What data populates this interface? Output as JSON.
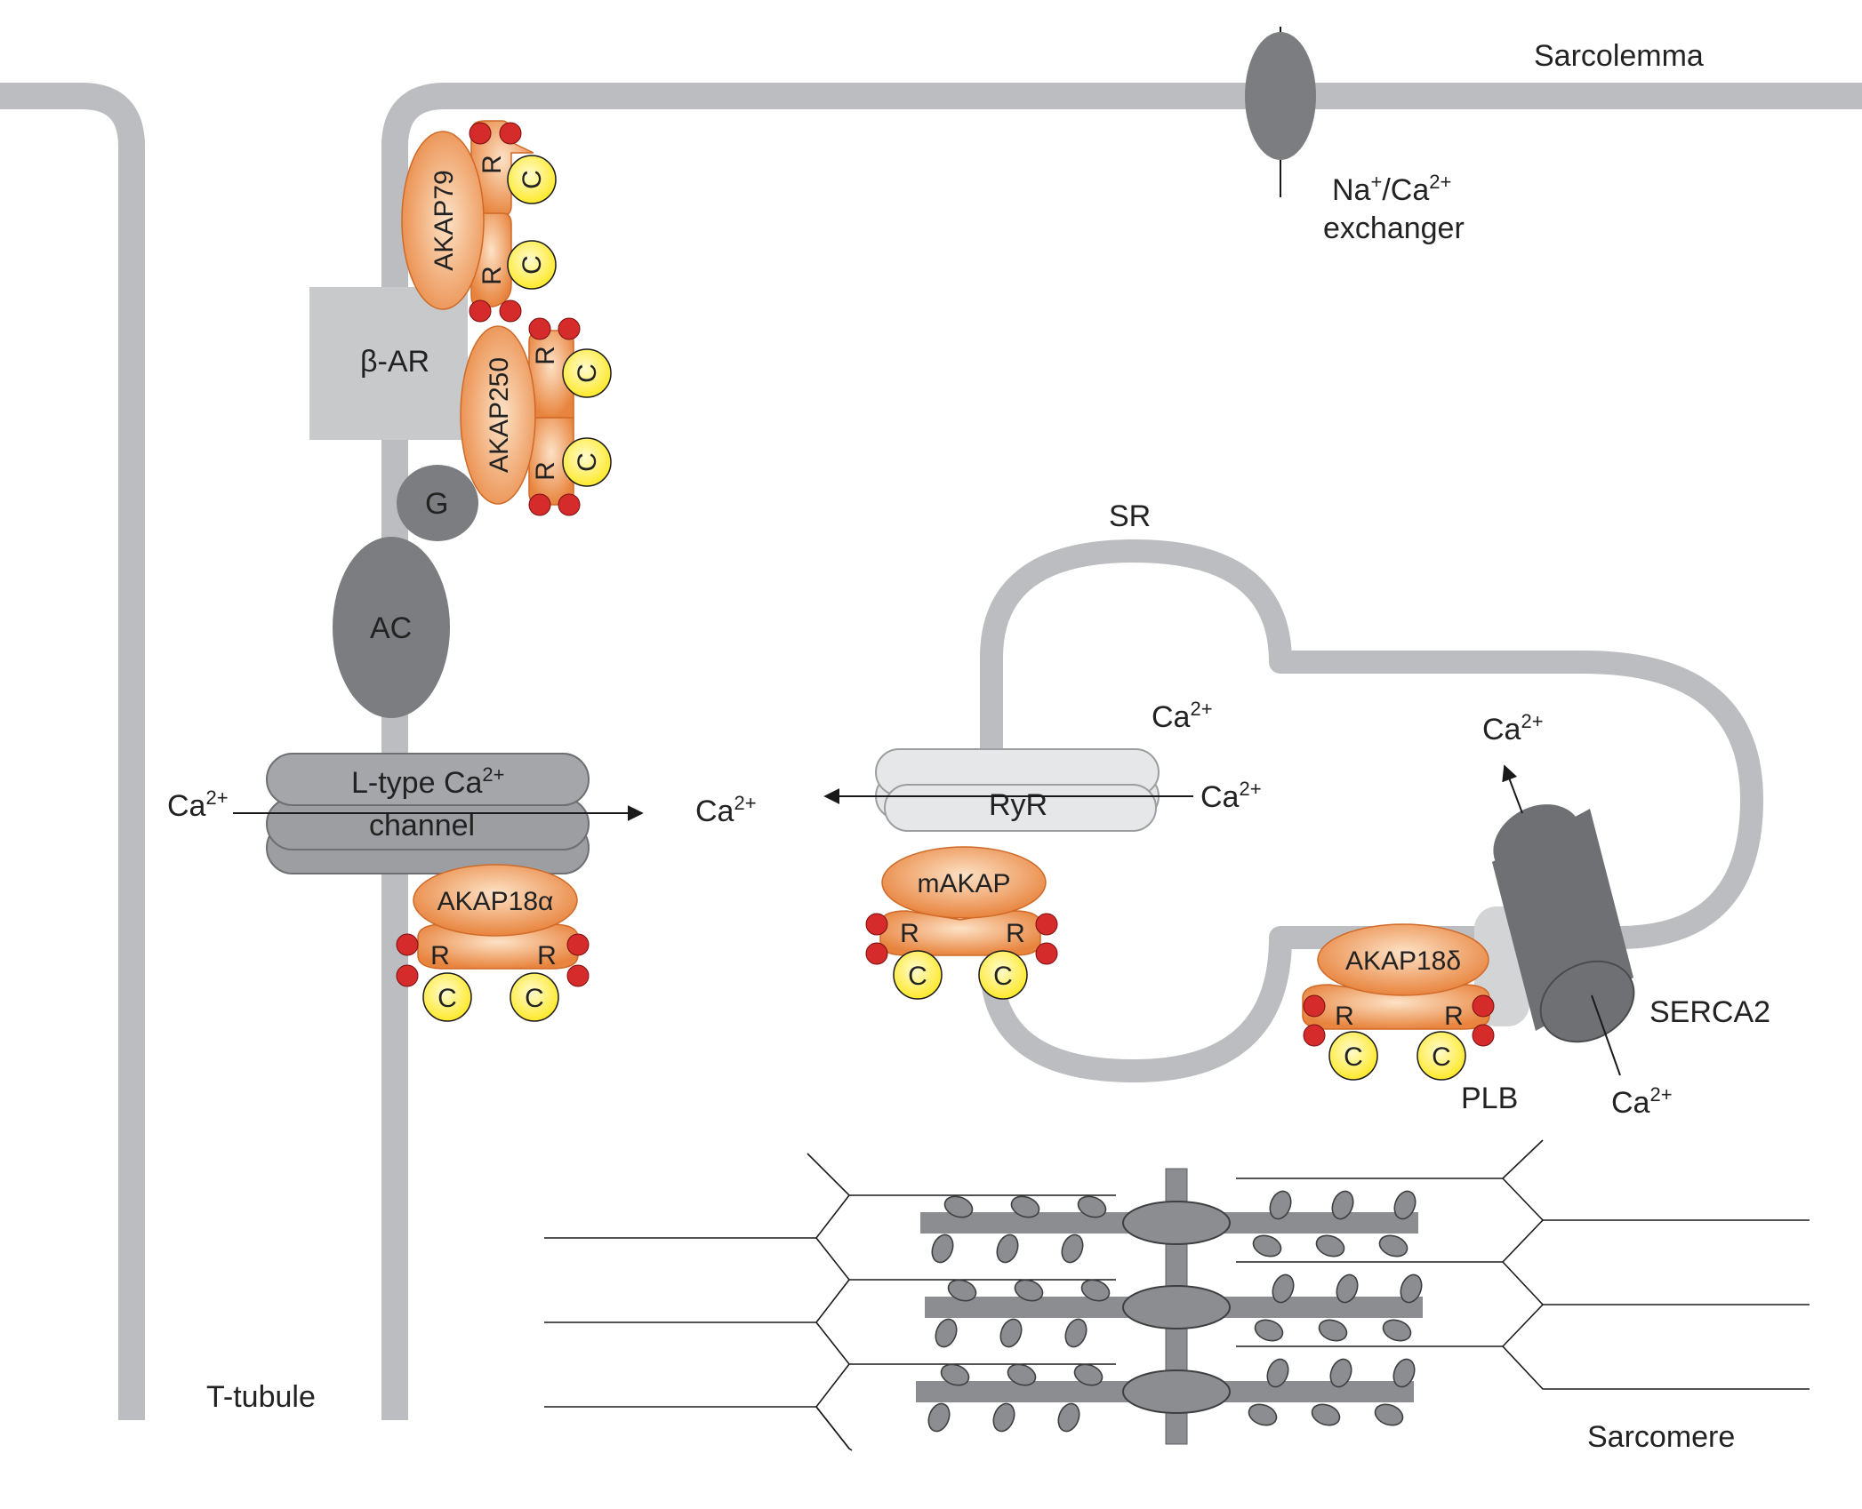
{
  "colors": {
    "membrane": "#bcbdc0",
    "dark_protein": "#7c7d80",
    "mid_protein": "#9d9ea1",
    "light_gray": "#c8c9cb",
    "ryr_fill": "#e6e7e8",
    "akap_orange": "#e8843e",
    "akap_orange_light": "#fde2c6",
    "catalytic_yellow": "#ffef3a",
    "phosphate_red": "#d52b2b",
    "line": "#1a1a1a"
  },
  "labels": {
    "sarcolemma": "Sarcolemma",
    "ncx_line1_pre": "Na",
    "ncx_line1_sup1": "+",
    "ncx_line1_mid": "/Ca",
    "ncx_line1_sup2": "2+",
    "ncx_line2": "exchanger",
    "beta_ar": "β-AR",
    "g_protein": "G",
    "ac": "AC",
    "ltype_line1": "L-type Ca",
    "ltype_sup": "2+",
    "ltype_line2": "channel",
    "ca": "Ca",
    "ca_sup": "2+",
    "sr": "SR",
    "ryr": "RyR",
    "makap": "mAKAP",
    "akap79": "AKAP79",
    "akap250": "AKAP250",
    "akap18a": "AKAP18α",
    "akap18d": "AKAP18δ",
    "r": "R",
    "c": "C",
    "serca2": "SERCA2",
    "plb": "PLB",
    "t_tubule": "T-tubule",
    "sarcomere": "Sarcomere"
  }
}
